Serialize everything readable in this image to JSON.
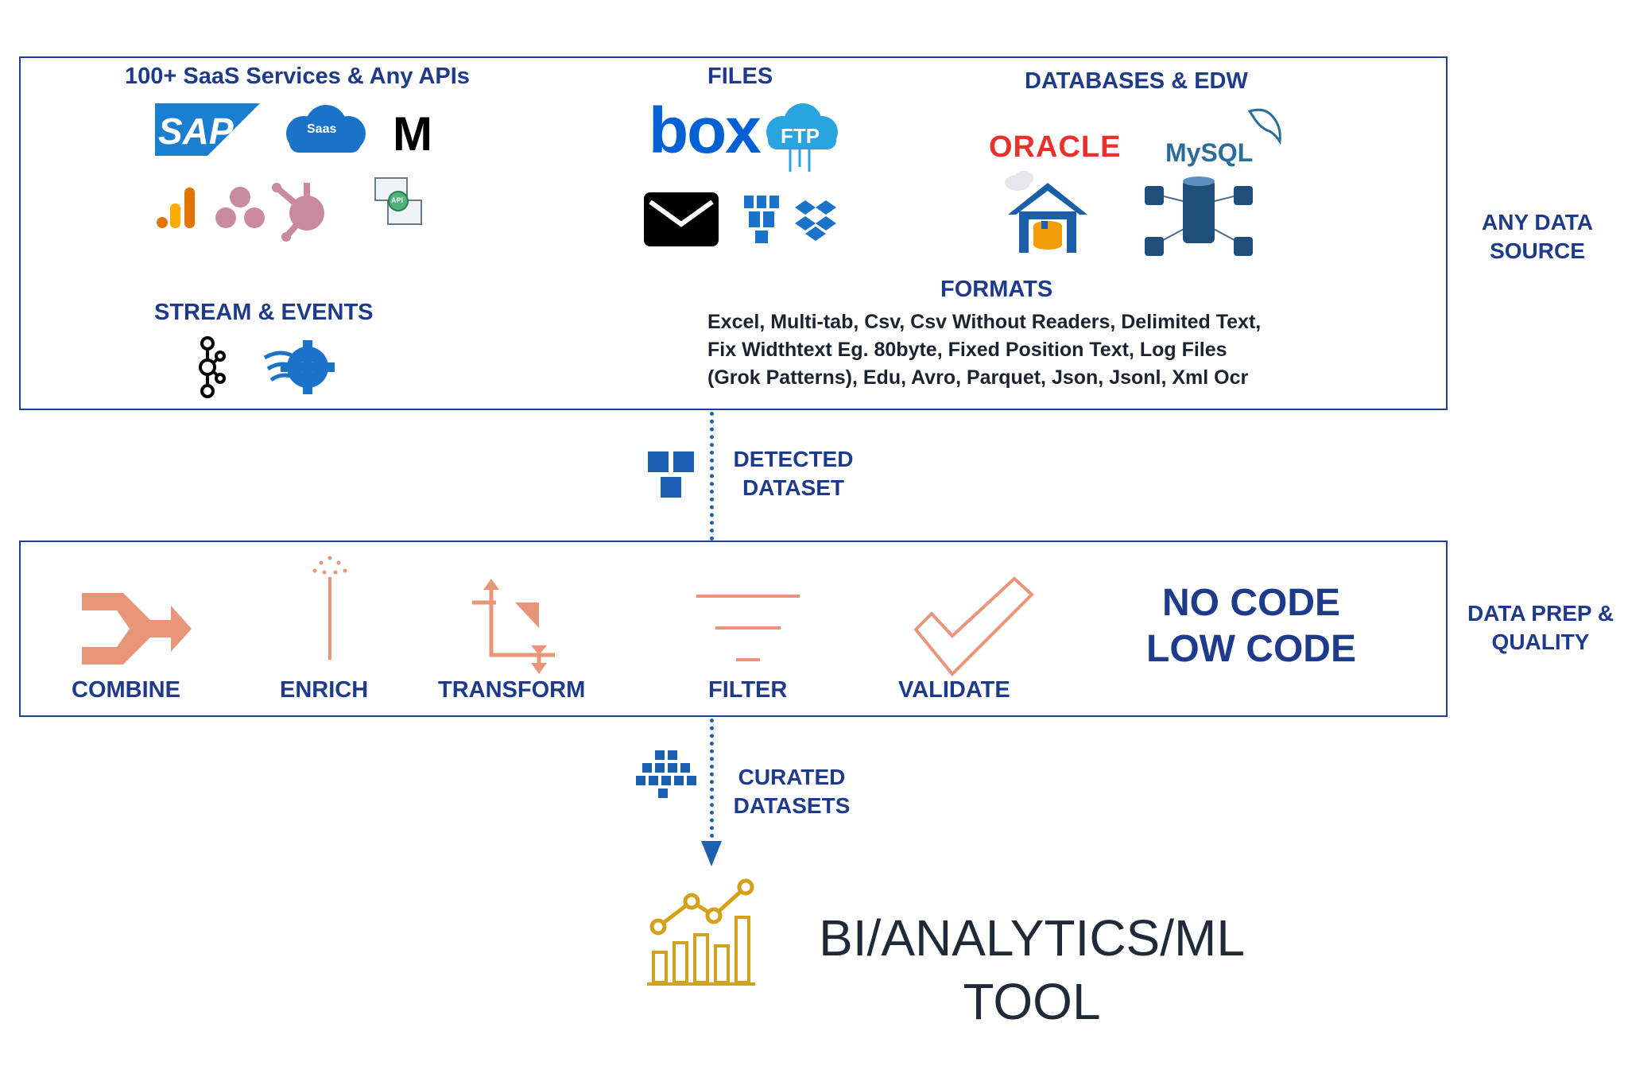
{
  "sources": {
    "saas_heading": "100+ SaaS Services & Any APIs",
    "files_heading": "FILES",
    "db_heading": "DATABASES & EDW",
    "stream_heading": "STREAM & EVENTS",
    "formats_heading": "FORMATS",
    "formats_lines": [
      "Excel, Multi-tab, Csv, Csv Without Readers, Delimited Text,",
      "Fix Widthtext Eg. 80byte, Fixed Position Text, Log Files",
      "(Grok Patterns), Edu, Avro, Parquet, Json, Jsonl, Xml Ocr"
    ],
    "logos": {
      "sap": "SAP",
      "saas": "Saas",
      "m": "M",
      "box": "box",
      "ftp": "FTP",
      "oracle": "ORACLE",
      "mysql": "MySQL",
      "api": "API"
    },
    "side_label": [
      "ANY DATA",
      "SOURCE"
    ]
  },
  "detected": {
    "label": [
      "DETECTED",
      "DATASET"
    ]
  },
  "prep": {
    "steps": [
      "COMBINE",
      "ENRICH",
      "TRANSFORM",
      "FILTER",
      "VALIDATE"
    ],
    "big_text": [
      "NO CODE",
      "LOW CODE"
    ],
    "side_label": [
      "DATA PREP &",
      "QUALITY"
    ]
  },
  "curated": {
    "label": [
      "CURATED",
      "DATASETS"
    ]
  },
  "output": {
    "label": [
      "BI/ANALYTICS/ML",
      "TOOL"
    ]
  },
  "colors": {
    "navy": "#1e3a8a",
    "blue": "#1f5fb0",
    "orange": "#e8957a",
    "gold": "#d4a21a",
    "oracle_red": "#e8312a",
    "mauve": "#c98a9f"
  }
}
